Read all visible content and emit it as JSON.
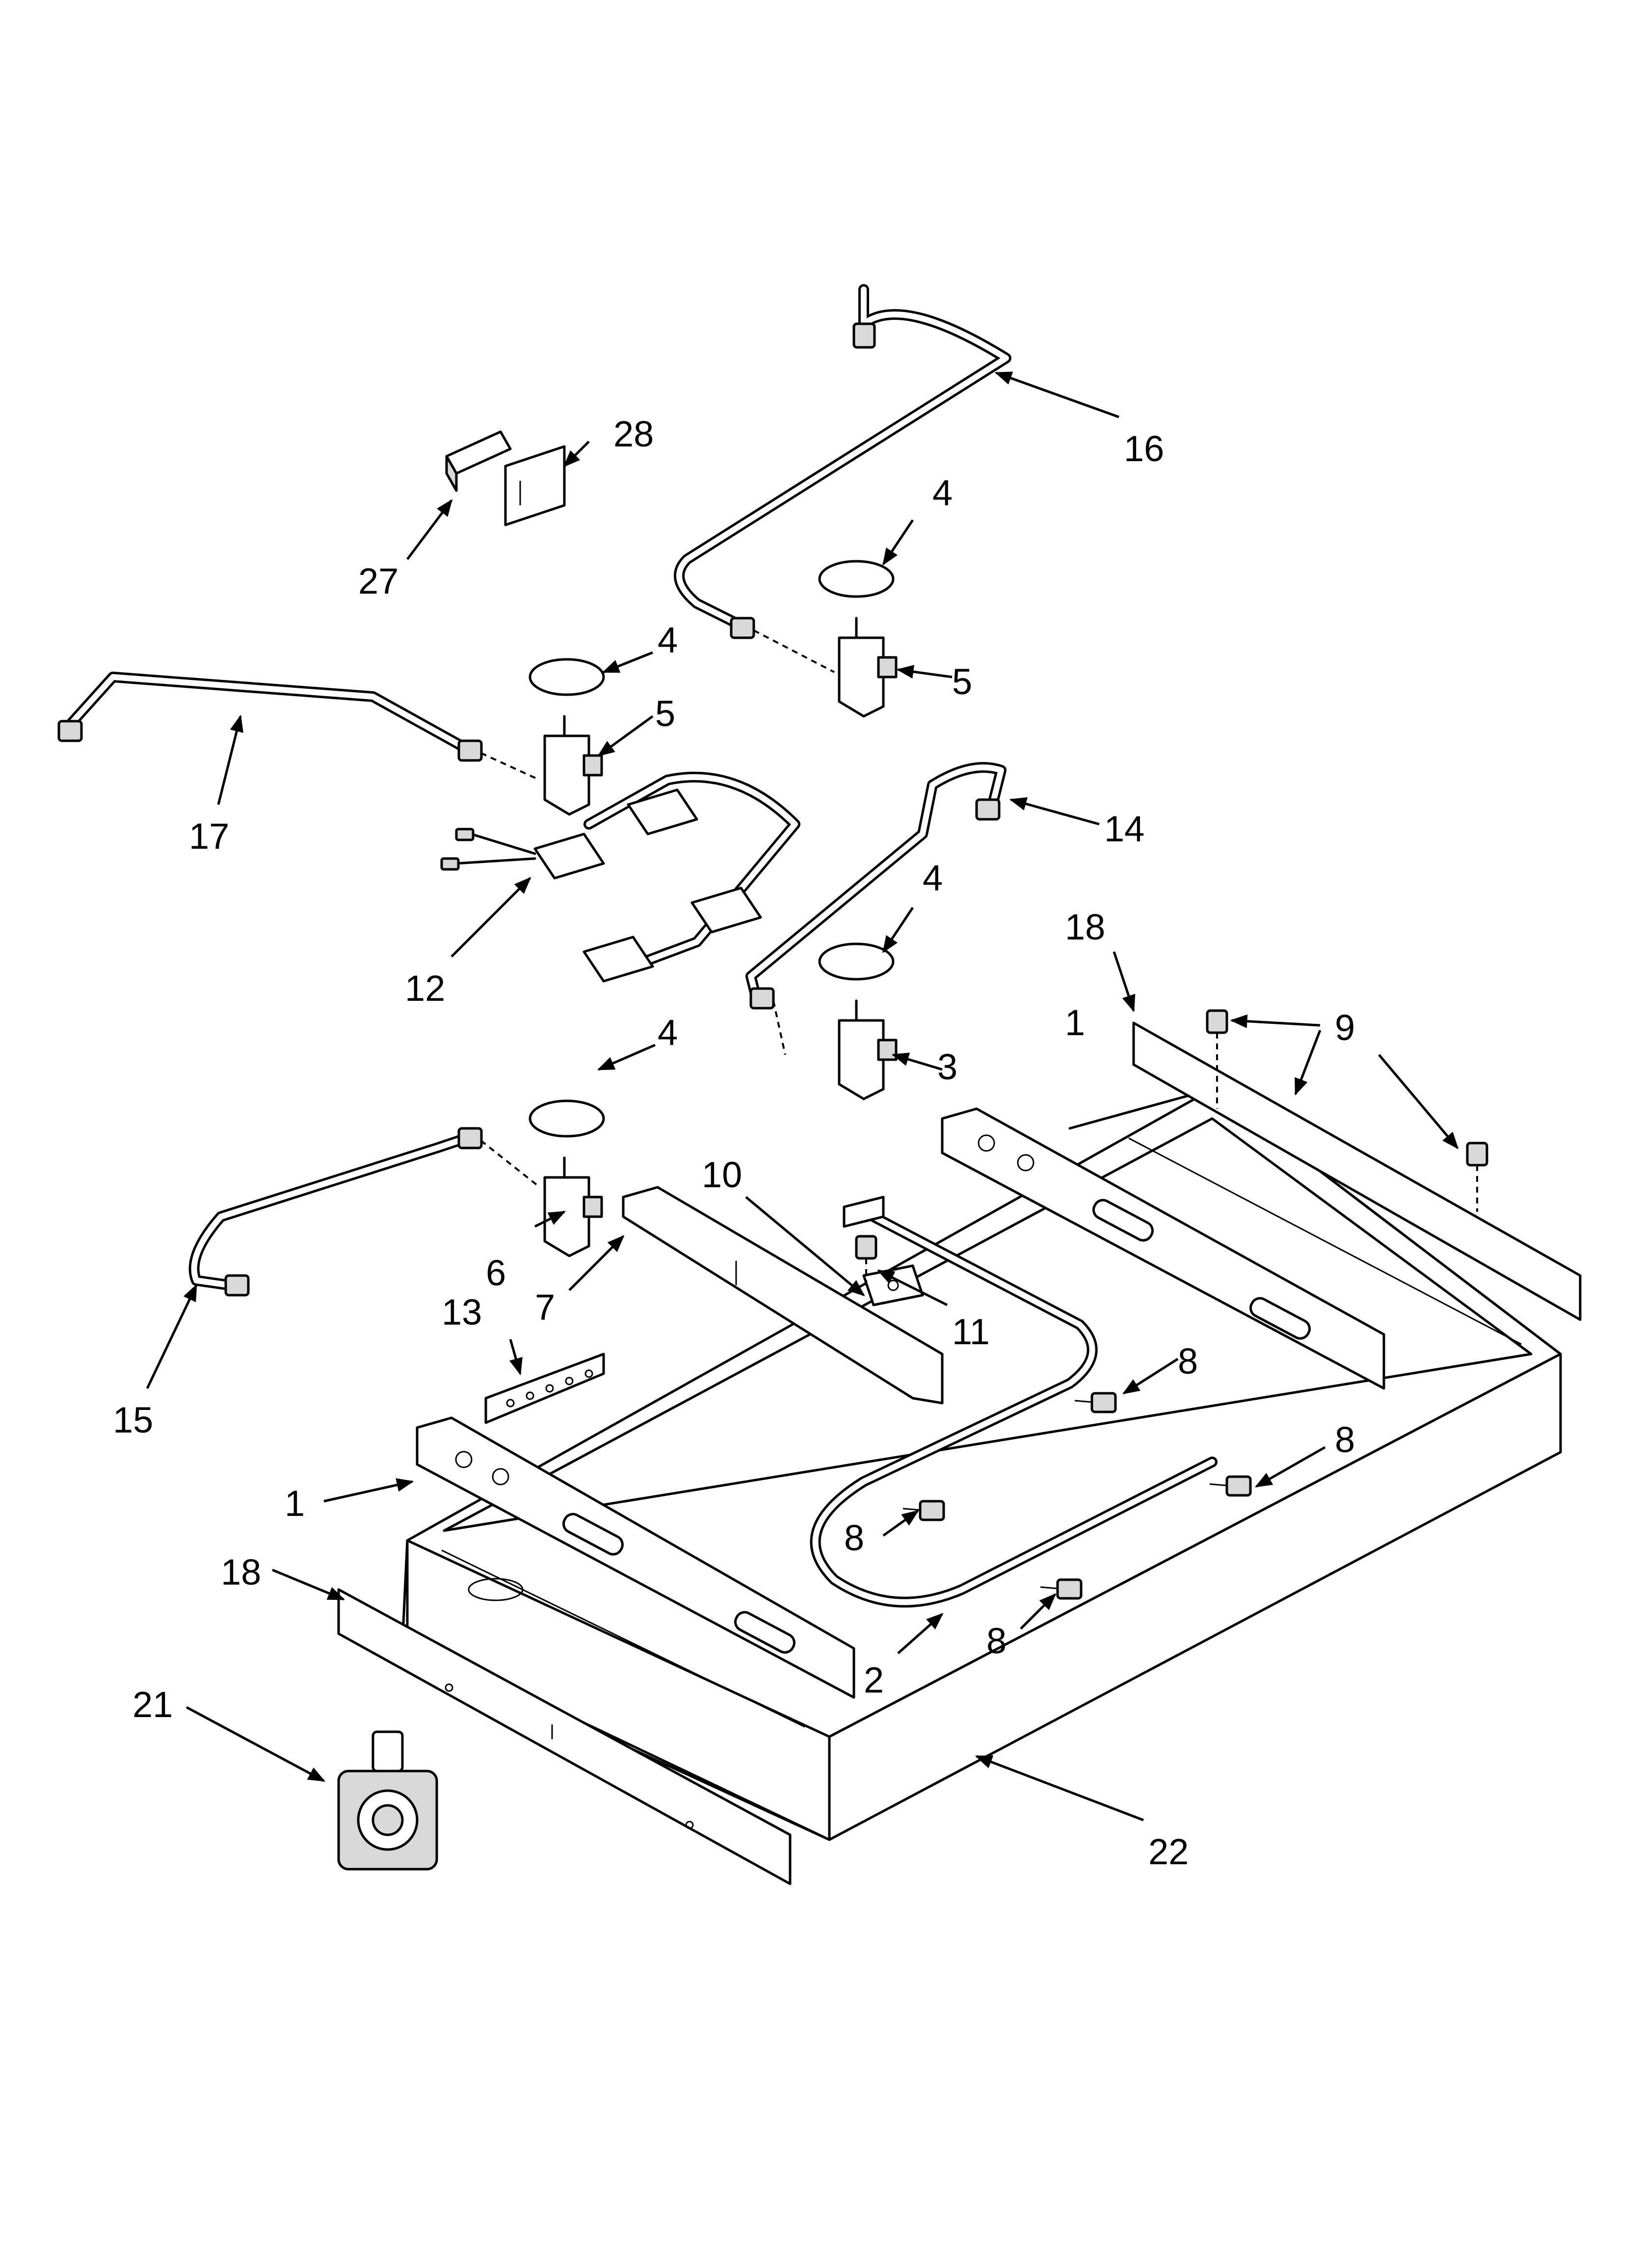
{
  "callouts": {
    "c1_right": "1",
    "c1_left": "1",
    "c2": "2",
    "c3": "3",
    "c4_top": "4",
    "c4_mid": "4",
    "c4_right": "4",
    "c4_low": "4",
    "c5_right": "5",
    "c5_left": "5",
    "c6": "6",
    "c7": "7",
    "c8_a": "8",
    "c8_b": "8",
    "c8_c": "8",
    "c8_d": "8",
    "c9": "9",
    "c10": "10",
    "c11": "11",
    "c12": "12",
    "c13": "13",
    "c14": "14",
    "c15": "15",
    "c16": "16",
    "c17": "17",
    "c18_top": "18",
    "c18_bottom": "18",
    "c21": "21",
    "c22": "22",
    "c27": "27",
    "c28": "28"
  }
}
